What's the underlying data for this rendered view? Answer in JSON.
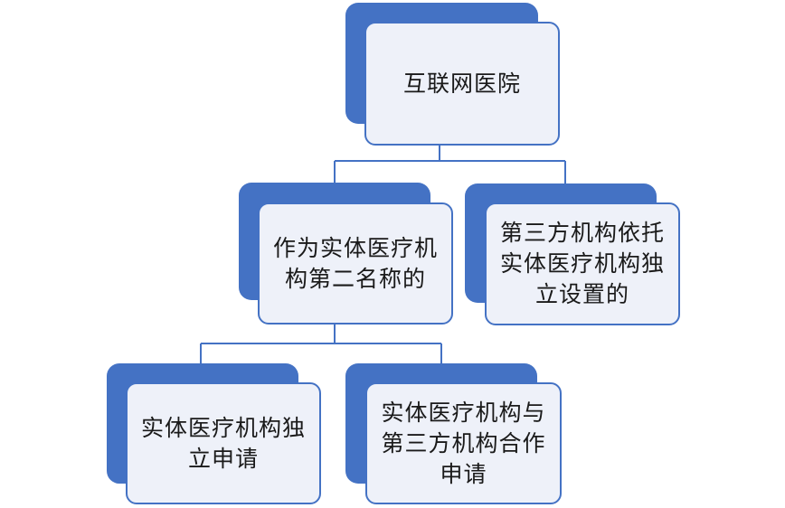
{
  "diagram": {
    "root": {
      "label": "互联网医院"
    },
    "level1": [
      {
        "label": "作为实体医疗机\n构第二名称的"
      },
      {
        "label": "第三方机构依托\n实体医疗机构独\n立设置的"
      }
    ],
    "level2": [
      {
        "label": "实体医疗机构独\n立申请"
      },
      {
        "label": "实体医疗机构与\n第三方机构合作\n申请"
      }
    ]
  },
  "colors": {
    "accent": "#4472c4",
    "card_fill": "#eef1f9",
    "text": "#1a1a1a"
  }
}
